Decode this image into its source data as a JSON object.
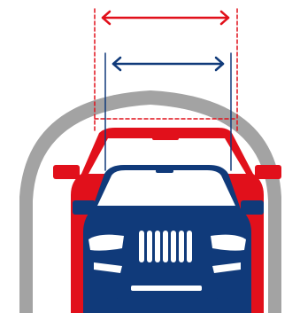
{
  "illustration": {
    "subject": "car-width-comparison",
    "colors": {
      "background": "#ffffff",
      "tunnel": "#a3a3a3",
      "wide_car": "#e1101b",
      "narrow_car": "#103a7a",
      "car_detail": "#ffffff"
    },
    "icons": {
      "wide_width_marker": "double-arrow-red",
      "narrow_width_marker": "double-arrow-blue"
    }
  }
}
